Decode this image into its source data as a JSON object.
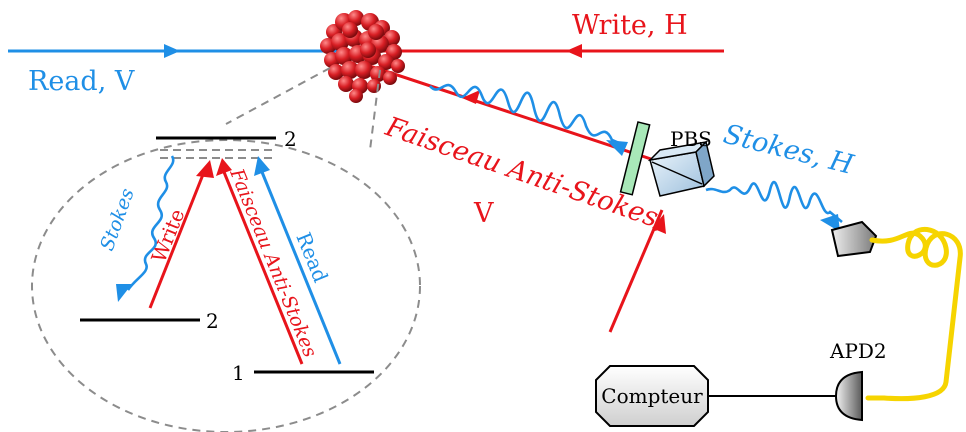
{
  "labels": {
    "read_v": "Read, V",
    "write_h": "Write, H",
    "faisceau_anti_stokes_v_line1": "Faisceau Anti-Stokes,",
    "faisceau_anti_stokes_v_line2": "V",
    "pbs": "PBS",
    "stokes_h": "Stokes, H",
    "apd2": "APD2",
    "compteur": "Compteur",
    "inset_stokes": "Stokes",
    "inset_write": "Write",
    "inset_faisceau_anti_stokes": "Faisceau Anti-Stokes",
    "inset_read": "Read",
    "level_2_top": "2",
    "level_2_mid": "2",
    "level_1": "1"
  },
  "colors": {
    "read_blue": "#1f8fe6",
    "write_red": "#e8141b",
    "fiber_yellow": "#f6d400",
    "waveplate_green": "#a8e8b8",
    "atom_red": "#d81e24",
    "dashed_gray": "#8c8c8c"
  }
}
